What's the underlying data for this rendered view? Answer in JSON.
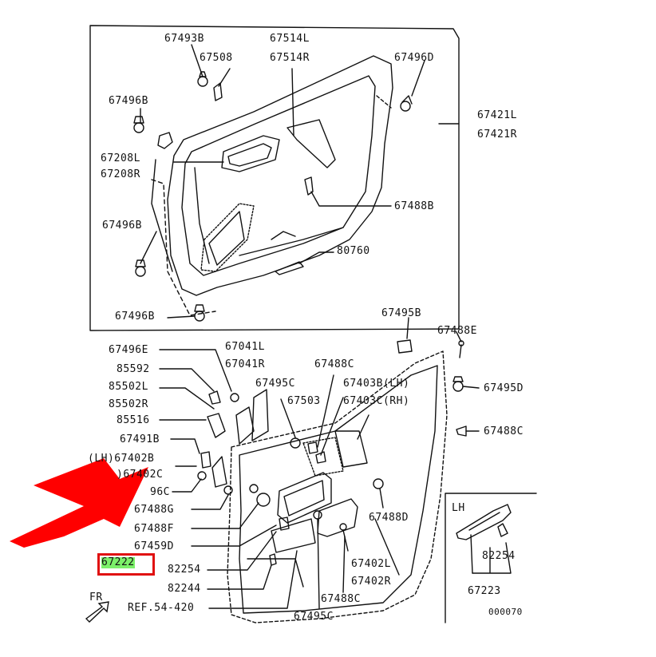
{
  "colors": {
    "ink": "#111111",
    "highlight_fill": "#7cf06a",
    "highlight_border": "#e01010",
    "arrow": "#ff0000"
  },
  "labels": {
    "p67493B": "67493B",
    "p67508": "67508",
    "p67514L": "67514L",
    "p67514R": "67514R",
    "p67496D": "67496D",
    "p67496B_a": "67496B",
    "p67421L": "67421L",
    "p67421R": "67421R",
    "p67208L": "67208L",
    "p67208R": "67208R",
    "p67488B": "67488B",
    "p67496B_b": "67496B",
    "p80760": "80760",
    "p67496B_c": "67496B",
    "p67495B": "67495B",
    "p67488E": "67488E",
    "p67496E": "67496E",
    "p67041L": "67041L",
    "p67041R": "67041R",
    "p85592": "85592",
    "p67495C_a": "67495C",
    "p67488C_a": "67488C",
    "p67403B": "67403B(LH)",
    "p67403C": "67403C(RH)",
    "p85502L": "85502L",
    "p85502R": "85502R",
    "p67503": "67503",
    "p67495D": "67495D",
    "p85516": "85516",
    "p67488C_b": "67488C",
    "p67491B": "67491B",
    "p67402B": "(LH)67402B",
    "p67402C": ")67402C",
    "p67496C": "96C",
    "p67488G": "67488G",
    "p67488F": "67488F",
    "p67459D": "67459D",
    "p67488D": "67488D",
    "p67222": "67222",
    "p82254_a": "82254",
    "p67402L": "67402L",
    "p67402R": "67402R",
    "p82244": "82244",
    "p67488C_c": "67488C",
    "ref": "REF.54-420",
    "p67495C_b": "67495C",
    "lh": "LH",
    "p82254_b": "82254",
    "p67223": "67223",
    "fr": "FR",
    "fig_no": "000070"
  }
}
